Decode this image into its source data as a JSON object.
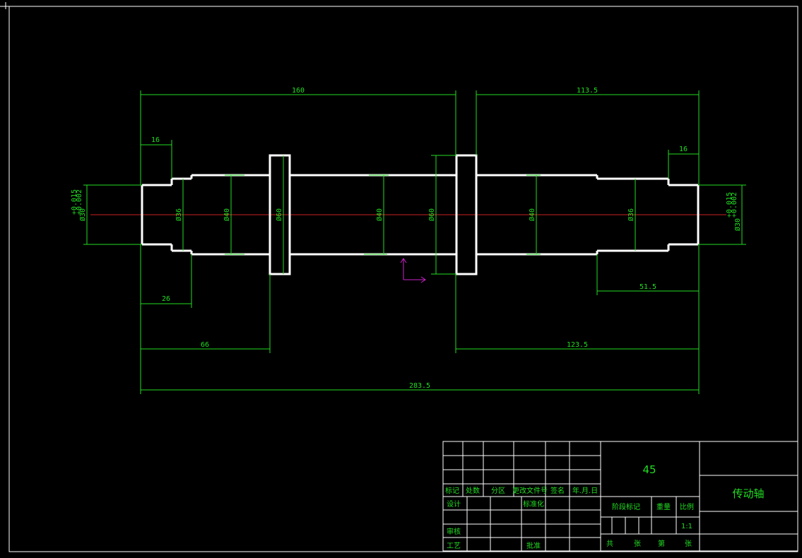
{
  "drawing": {
    "dimensions": {
      "len_160": "160",
      "len_113_5": "113.5",
      "len_16_left": "16",
      "len_16_right": "16",
      "len_26": "26",
      "len_66": "66",
      "len_51_5": "51.5",
      "len_123_5": "123.5",
      "len_283_5": "283.5",
      "dia_30_left": "Ø30",
      "dia_30_left_tol_upper": "+0.015",
      "dia_30_left_tol_lower": "+0.002",
      "dia_36_left": "Ø36",
      "dia_40_left": "Ø40",
      "dia_60_left": "Ø60",
      "dia_40_mid": "Ø40",
      "dia_60_right": "Ø60",
      "dia_40_right": "Ø40",
      "dia_36_right": "Ø36",
      "dia_30_right": "Ø30",
      "dia_30_right_tol_upper": "+0.015",
      "dia_30_right_tol_lower": "+0.002"
    },
    "colors": {
      "background": "#000000",
      "geometry": "#ffffff",
      "dimension": "#22dd22",
      "centerline": "#cc2222",
      "ucs": "#cc22cc"
    }
  },
  "title_block": {
    "material": "45",
    "part_name": "传动轴",
    "row_labels": {
      "mark": "标记",
      "count": "处数",
      "zone": "分区",
      "doc_no": "更改文件号",
      "sign": "签名",
      "date": "年.月.日"
    },
    "design": "设计",
    "standardize": "标准化",
    "review": "审核",
    "process": "工艺",
    "approve": "批准",
    "stage_mark": "阶段标记",
    "weight": "重量",
    "scale": "比例",
    "scale_value": "1:1",
    "total": "共",
    "sheets": "张",
    "sheet_no": "第",
    "sheet_unit": "张"
  }
}
